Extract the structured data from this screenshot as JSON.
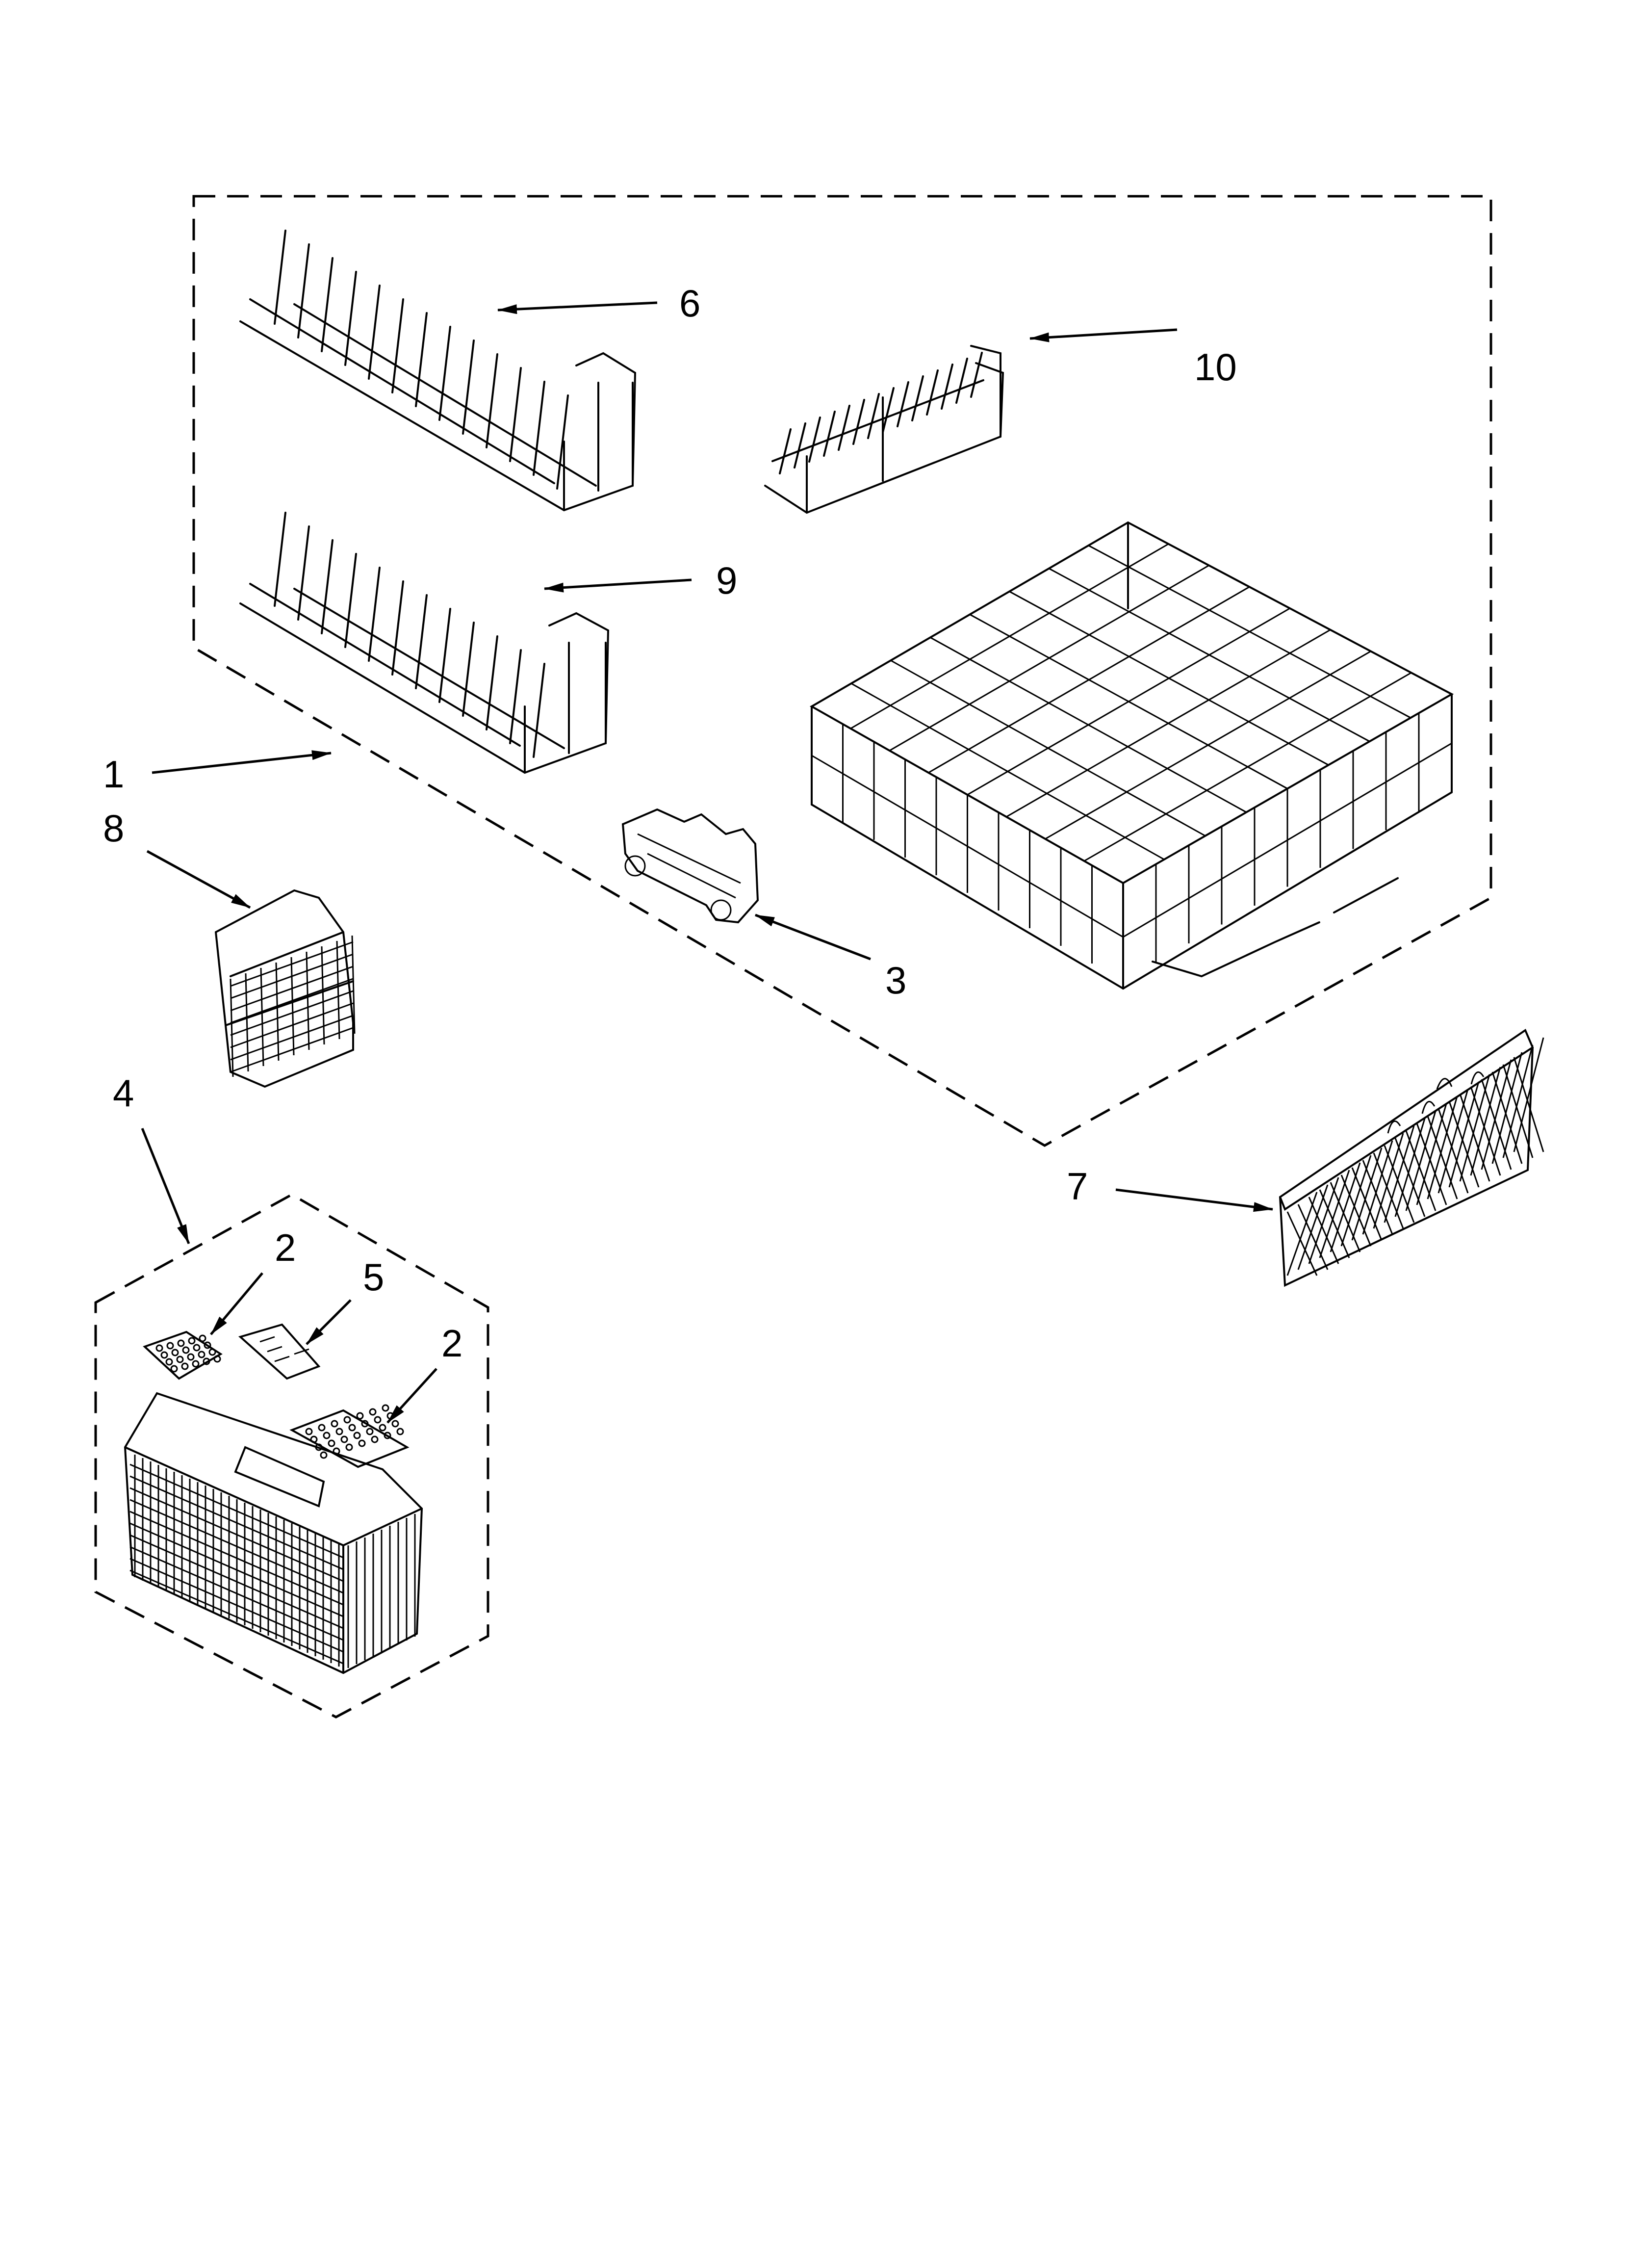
{
  "diagram": {
    "callouts": [
      {
        "id": "c1",
        "label": "1"
      },
      {
        "id": "c2a",
        "label": "2"
      },
      {
        "id": "c2b",
        "label": "2"
      },
      {
        "id": "c3",
        "label": "3"
      },
      {
        "id": "c4",
        "label": "4"
      },
      {
        "id": "c5",
        "label": "5"
      },
      {
        "id": "c6",
        "label": "6"
      },
      {
        "id": "c7",
        "label": "7"
      },
      {
        "id": "c8",
        "label": "8"
      },
      {
        "id": "c9",
        "label": "9"
      },
      {
        "id": "c10",
        "label": "10"
      }
    ]
  }
}
